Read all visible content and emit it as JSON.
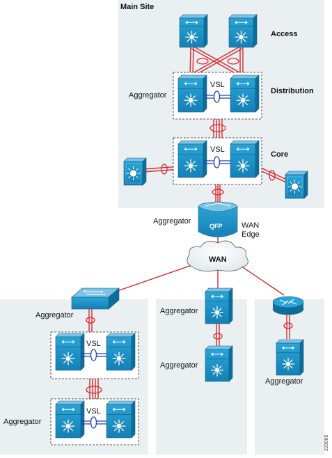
{
  "main_site": {
    "title": "Main Site"
  },
  "tiers": {
    "access": "Access",
    "distribution": "Distribution",
    "core": "Core"
  },
  "labels": {
    "aggregator": "Aggregator",
    "vsl": "VSL",
    "qfp": "QFP",
    "wan_edge_line1": "WAN",
    "wan_edge_line2": "Edge",
    "wan_cloud": "WAN"
  },
  "figure_id": "229065",
  "colors": {
    "device_blue": "#1a8fc4",
    "device_dark": "#0f6e99",
    "link_red": "#e0252b",
    "vsl_blue": "#1f3fb8",
    "site_bg": "#eaeff2"
  }
}
